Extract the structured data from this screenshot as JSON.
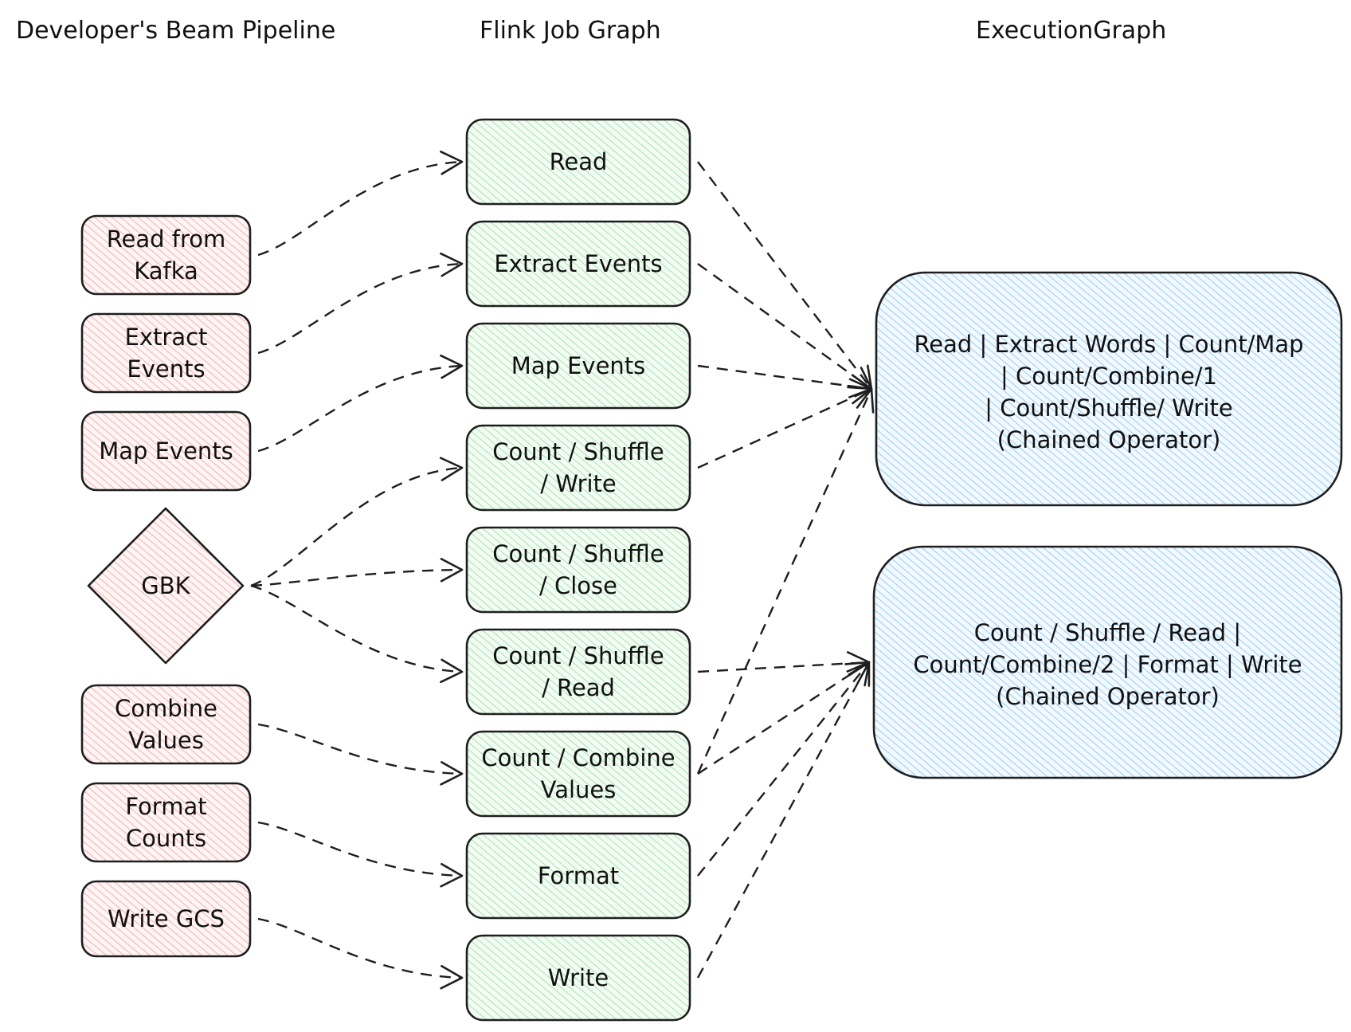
{
  "columns": {
    "beam": "Developer's Beam Pipeline",
    "flink": "Flink Job Graph",
    "exec": "ExecutionGraph"
  },
  "colors": {
    "beam_fill": "#ffc9c9",
    "flink_fill": "#b2f2bb",
    "exec_fill": "#a5d8ff",
    "stroke": "#1e1e1e"
  },
  "beam_nodes": [
    {
      "id": "read-kafka",
      "lines": [
        "Read from",
        "Kafka"
      ]
    },
    {
      "id": "extract-events",
      "lines": [
        "Extract",
        "Events"
      ]
    },
    {
      "id": "map-events",
      "lines": [
        "Map Events"
      ]
    },
    {
      "id": "gbk",
      "lines": [
        "GBK"
      ],
      "shape": "diamond"
    },
    {
      "id": "combine-values",
      "lines": [
        "Combine",
        "Values"
      ]
    },
    {
      "id": "format-counts",
      "lines": [
        "Format",
        "Counts"
      ]
    },
    {
      "id": "write-gcs",
      "lines": [
        "Write GCS"
      ]
    }
  ],
  "flink_nodes": [
    {
      "id": "read",
      "lines": [
        "Read"
      ]
    },
    {
      "id": "extract-events",
      "lines": [
        "Extract Events"
      ]
    },
    {
      "id": "map-events",
      "lines": [
        "Map Events"
      ]
    },
    {
      "id": "count-shuffle-write",
      "lines": [
        "Count / Shuffle",
        "/ Write"
      ]
    },
    {
      "id": "count-shuffle-close",
      "lines": [
        "Count / Shuffle",
        "/ Close"
      ]
    },
    {
      "id": "count-shuffle-read",
      "lines": [
        "Count / Shuffle",
        "/ Read"
      ]
    },
    {
      "id": "count-combine-values",
      "lines": [
        "Count / Combine",
        "Values"
      ]
    },
    {
      "id": "format",
      "lines": [
        "Format"
      ]
    },
    {
      "id": "write",
      "lines": [
        "Write"
      ]
    }
  ],
  "exec_nodes": [
    {
      "id": "chain-1",
      "lines": [
        "Read | Extract Words | Count/Map",
        "| Count/Combine/1",
        "| Count/Shuffle/ Write",
        "(Chained Operator)"
      ]
    },
    {
      "id": "chain-2",
      "lines": [
        "Count / Shuffle / Read |",
        "Count/Combine/2 | Format | Write",
        "(Chained Operator)"
      ]
    }
  ],
  "edges": [
    {
      "from": "beam:read-kafka",
      "to": "flink:read"
    },
    {
      "from": "beam:extract-events",
      "to": "flink:extract-events"
    },
    {
      "from": "beam:map-events",
      "to": "flink:map-events"
    },
    {
      "from": "beam:gbk",
      "to": "flink:count-shuffle-write"
    },
    {
      "from": "beam:gbk",
      "to": "flink:count-shuffle-close"
    },
    {
      "from": "beam:gbk",
      "to": "flink:count-shuffle-read"
    },
    {
      "from": "beam:combine-values",
      "to": "flink:count-combine-values"
    },
    {
      "from": "beam:format-counts",
      "to": "flink:format"
    },
    {
      "from": "beam:write-gcs",
      "to": "flink:write"
    },
    {
      "from": "flink:read",
      "to": "exec:chain-1"
    },
    {
      "from": "flink:extract-events",
      "to": "exec:chain-1"
    },
    {
      "from": "flink:map-events",
      "to": "exec:chain-1"
    },
    {
      "from": "flink:count-shuffle-write",
      "to": "exec:chain-1"
    },
    {
      "from": "flink:count-combine-values",
      "to": "exec:chain-1"
    },
    {
      "from": "flink:count-shuffle-read",
      "to": "exec:chain-2"
    },
    {
      "from": "flink:count-combine-values",
      "to": "exec:chain-2"
    },
    {
      "from": "flink:format",
      "to": "exec:chain-2"
    },
    {
      "from": "flink:write",
      "to": "exec:chain-2"
    }
  ]
}
